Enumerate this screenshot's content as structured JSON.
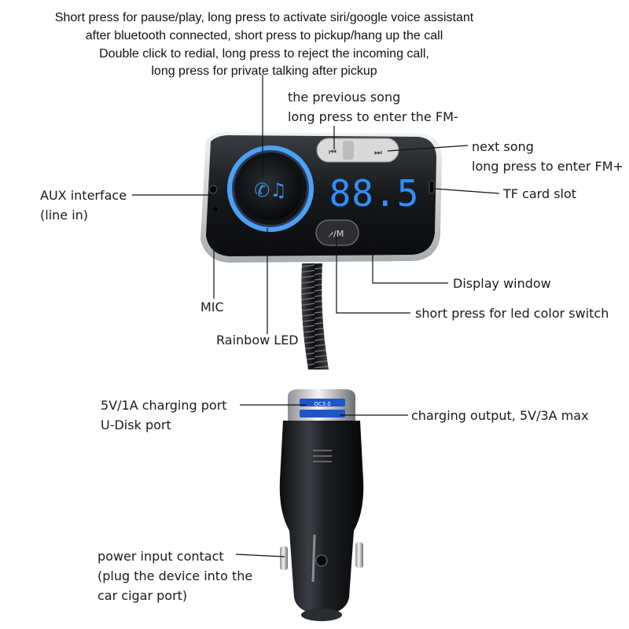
{
  "instructions": [
    "Short press for pause/play, long press to activate siri/google voice assistant",
    "after bluetooth connected, short press to pickup/hang up the call",
    "Double click to redial, long press to reject the incoming call,",
    "long press for private talking after pickup"
  ],
  "callouts": {
    "previous_song": [
      "the previous song",
      "long press to enter the FM-"
    ],
    "next_song": [
      "next song",
      "long press to enter FM+"
    ],
    "aux_interface": [
      "AUX interface",
      "(line in)"
    ],
    "tf_card_slot": "TF card slot",
    "display_window": "Display window",
    "mic": "MIC",
    "led_switch": "short press for led color switch",
    "rainbow_led": "Rainbow LED",
    "charging_port": [
      "5V/1A charging port",
      "U-Disk port"
    ],
    "charging_output": "charging output, 5V/3A max",
    "power_input": [
      "power input contact",
      "(plug the device into the",
      "car cigar port)"
    ]
  },
  "device": {
    "display_reading": "88.5",
    "m_button_label": "·̷/M",
    "usb_label": "QC3.0",
    "led_color": "#3a8fe8"
  }
}
